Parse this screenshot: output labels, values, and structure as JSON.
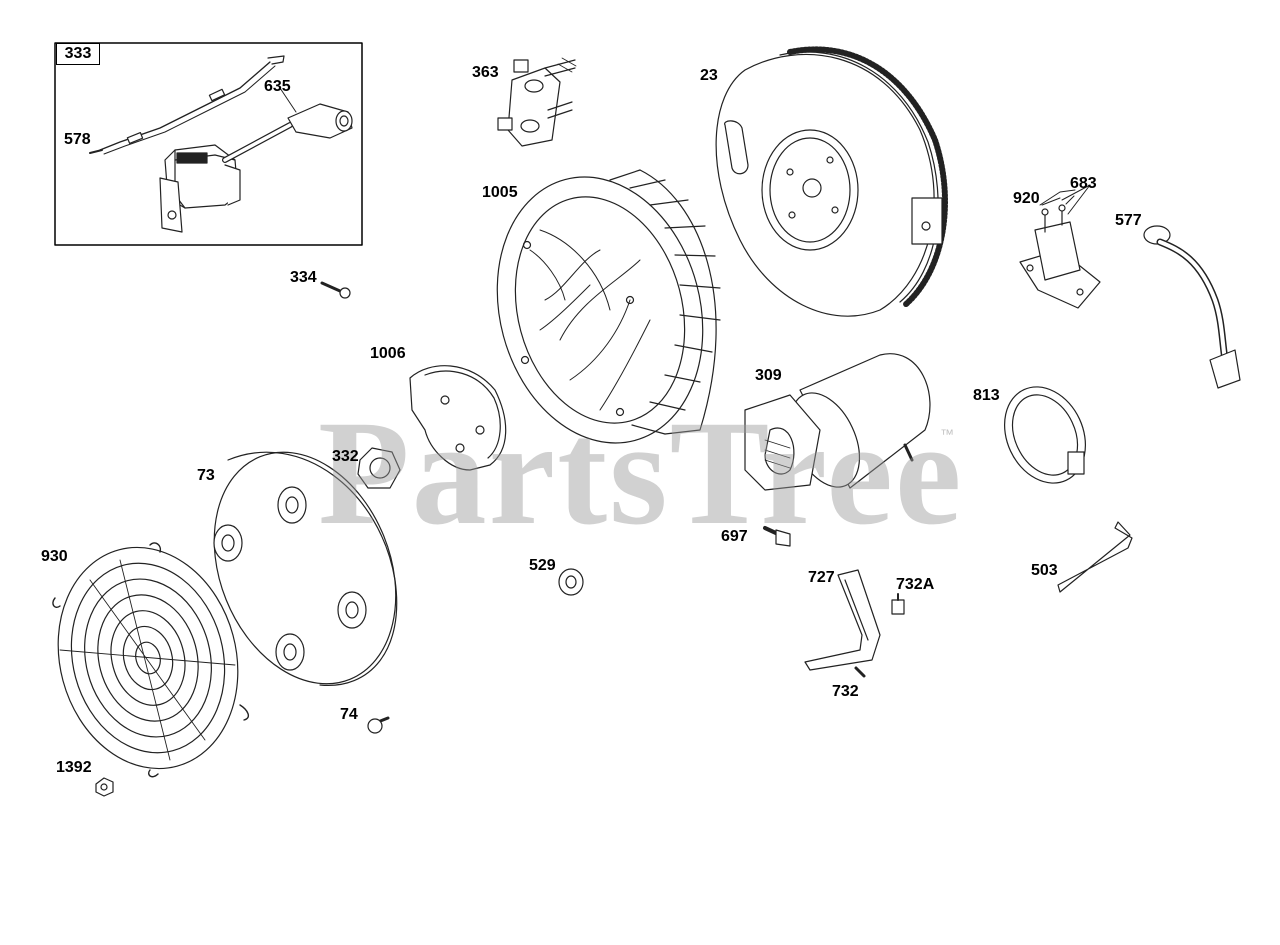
{
  "diagram": {
    "watermark": "PartsTree",
    "watermark_mark": "™",
    "inset_label": "333",
    "callouts": [
      {
        "id": "578"
      },
      {
        "id": "635"
      },
      {
        "id": "363"
      },
      {
        "id": "23"
      },
      {
        "id": "1005"
      },
      {
        "id": "920"
      },
      {
        "id": "683"
      },
      {
        "id": "577"
      },
      {
        "id": "334"
      },
      {
        "id": "1006"
      },
      {
        "id": "309"
      },
      {
        "id": "813"
      },
      {
        "id": "332"
      },
      {
        "id": "73"
      },
      {
        "id": "930"
      },
      {
        "id": "697"
      },
      {
        "id": "529"
      },
      {
        "id": "727"
      },
      {
        "id": "732A"
      },
      {
        "id": "503"
      },
      {
        "id": "732"
      },
      {
        "id": "74"
      },
      {
        "id": "1392"
      }
    ]
  }
}
